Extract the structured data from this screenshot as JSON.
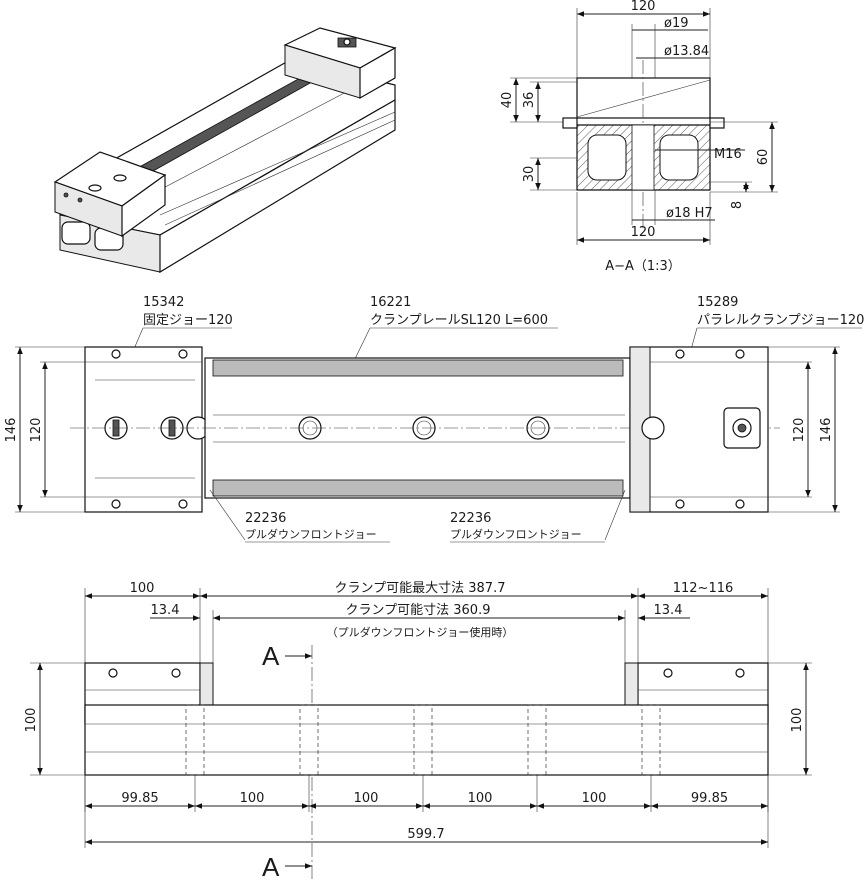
{
  "section_view": {
    "dim_width_top": "120",
    "dim_d19": "ø19",
    "dim_d1384": "ø13.84",
    "dim_40": "40",
    "dim_36": "36",
    "dim_m16": "M16",
    "dim_60": "60",
    "dim_30": "30",
    "dim_8": "8",
    "dim_d18h7": "ø18 H7",
    "dim_width_bottom": "120",
    "caption": "A−A（1:3）"
  },
  "top_view": {
    "fixed_jaw_number": "15342",
    "fixed_jaw_name": "固定ジョー120",
    "rail_number": "16221",
    "rail_name": "クランプレールSL120 L=600",
    "parallel_jaw_number": "15289",
    "parallel_jaw_name": "パラレルクランプジョー120",
    "front_jaw_left_number": "22236",
    "front_jaw_left_name": "プルダウンフロントジョー",
    "front_jaw_right_number": "22236",
    "front_jaw_right_name": "プルダウンフロントジョー",
    "dim_146_left": "146",
    "dim_120_left": "120",
    "dim_120_right": "120",
    "dim_146_right": "146"
  },
  "front_view": {
    "dim_100_top": "100",
    "dim_max_clamp": "クランプ可能最大寸法 387.7",
    "dim_112_116": "112~116",
    "dim_134_left": "13.4",
    "dim_clamp": "クランプ可能寸法 360.9",
    "dim_134_right": "13.4",
    "dim_clamp_note": "（プルダウンフロントジョー使用時）",
    "section_mark_top": "A",
    "section_mark_bottom": "A",
    "dim_height_left": "100",
    "dim_height_right": "100",
    "pitch": [
      "99.85",
      "100",
      "100",
      "100",
      "100",
      "99.85"
    ],
    "dim_total": "599.7"
  }
}
